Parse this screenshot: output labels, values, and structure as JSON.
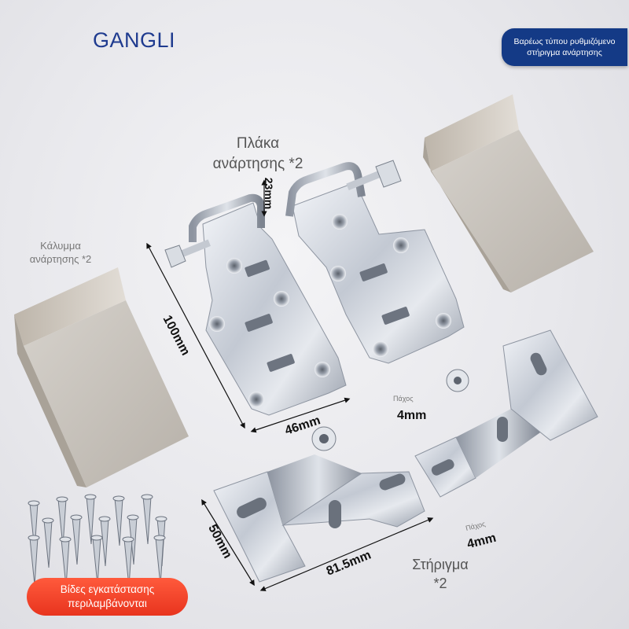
{
  "brand": "GANGLI",
  "badge": {
    "line1": "Βαρέως τύπου ρυθμιζόμενο",
    "line2": "στήριγμα ανάρτησης"
  },
  "labels": {
    "plate_line1": "Πλάκα",
    "plate_line2": "ανάρτησης *2",
    "cover_line1": "Κάλυμμα",
    "cover_line2": "ανάρτησης *2",
    "bracket_line1": "Στήριγμα",
    "bracket_line2": "*2"
  },
  "dimensions": {
    "d23": "23mm",
    "d100": "100mm",
    "d46": "46mm",
    "d50": "50mm",
    "d81": "81.5mm",
    "thickness_label_1": "Πάχος",
    "thickness_1": "4mm",
    "thickness_label_2": "Πάχος",
    "thickness_2": "4mm"
  },
  "screws_badge": {
    "line1": "Βίδες εγκατάστασης",
    "line2": "περιλαμβάνονται"
  },
  "colors": {
    "brand": "#1f3b8f",
    "badge": "#143a86",
    "accent": "#e8341e",
    "metal": "#c9ced6",
    "cover": "#c4beb6"
  }
}
